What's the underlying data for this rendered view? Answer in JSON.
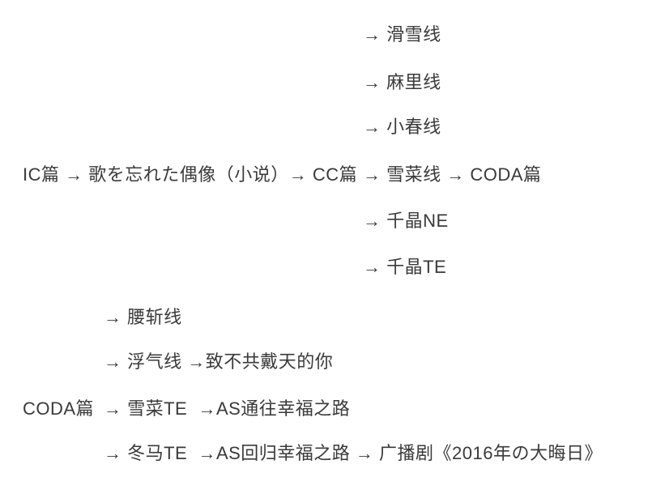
{
  "colors": {
    "background": "#ffffff",
    "text": "#3a3a3a"
  },
  "diagram": {
    "arrow_glyph": "→",
    "segments": [
      {
        "name": "branch-ski-line",
        "text": "→ 滑雪线"
      },
      {
        "name": "branch-mari-line",
        "text": "→ 麻里线"
      },
      {
        "name": "branch-koharu-line",
        "text": "→ 小春线"
      },
      {
        "name": "main-route-ic-to-cc",
        "text": "IC篇 → 歌を忘れた偶像（小说）→ CC篇"
      },
      {
        "name": "main-route-setsuna-to-coda",
        "text": "→ 雪菜线 → CODA篇"
      },
      {
        "name": "branch-chiaki-ne",
        "text": "→ 千晶NE"
      },
      {
        "name": "branch-chiaki-te",
        "text": "→ 千晶TE"
      },
      {
        "name": "branch-cut-short-line",
        "text": "→ 腰斩线"
      },
      {
        "name": "branch-cheating-line",
        "text": "→ 浮气线 →致不共戴天的你"
      },
      {
        "name": "coda-chapter-label",
        "text": "CODA篇"
      },
      {
        "name": "branch-setsuna-te",
        "text": "→ 雪菜TE  →AS通往幸福之路"
      },
      {
        "name": "branch-touma-te",
        "text": "→ 冬马TE  →AS回归幸福之路 → 广播剧《2016年の大晦日》"
      }
    ]
  }
}
